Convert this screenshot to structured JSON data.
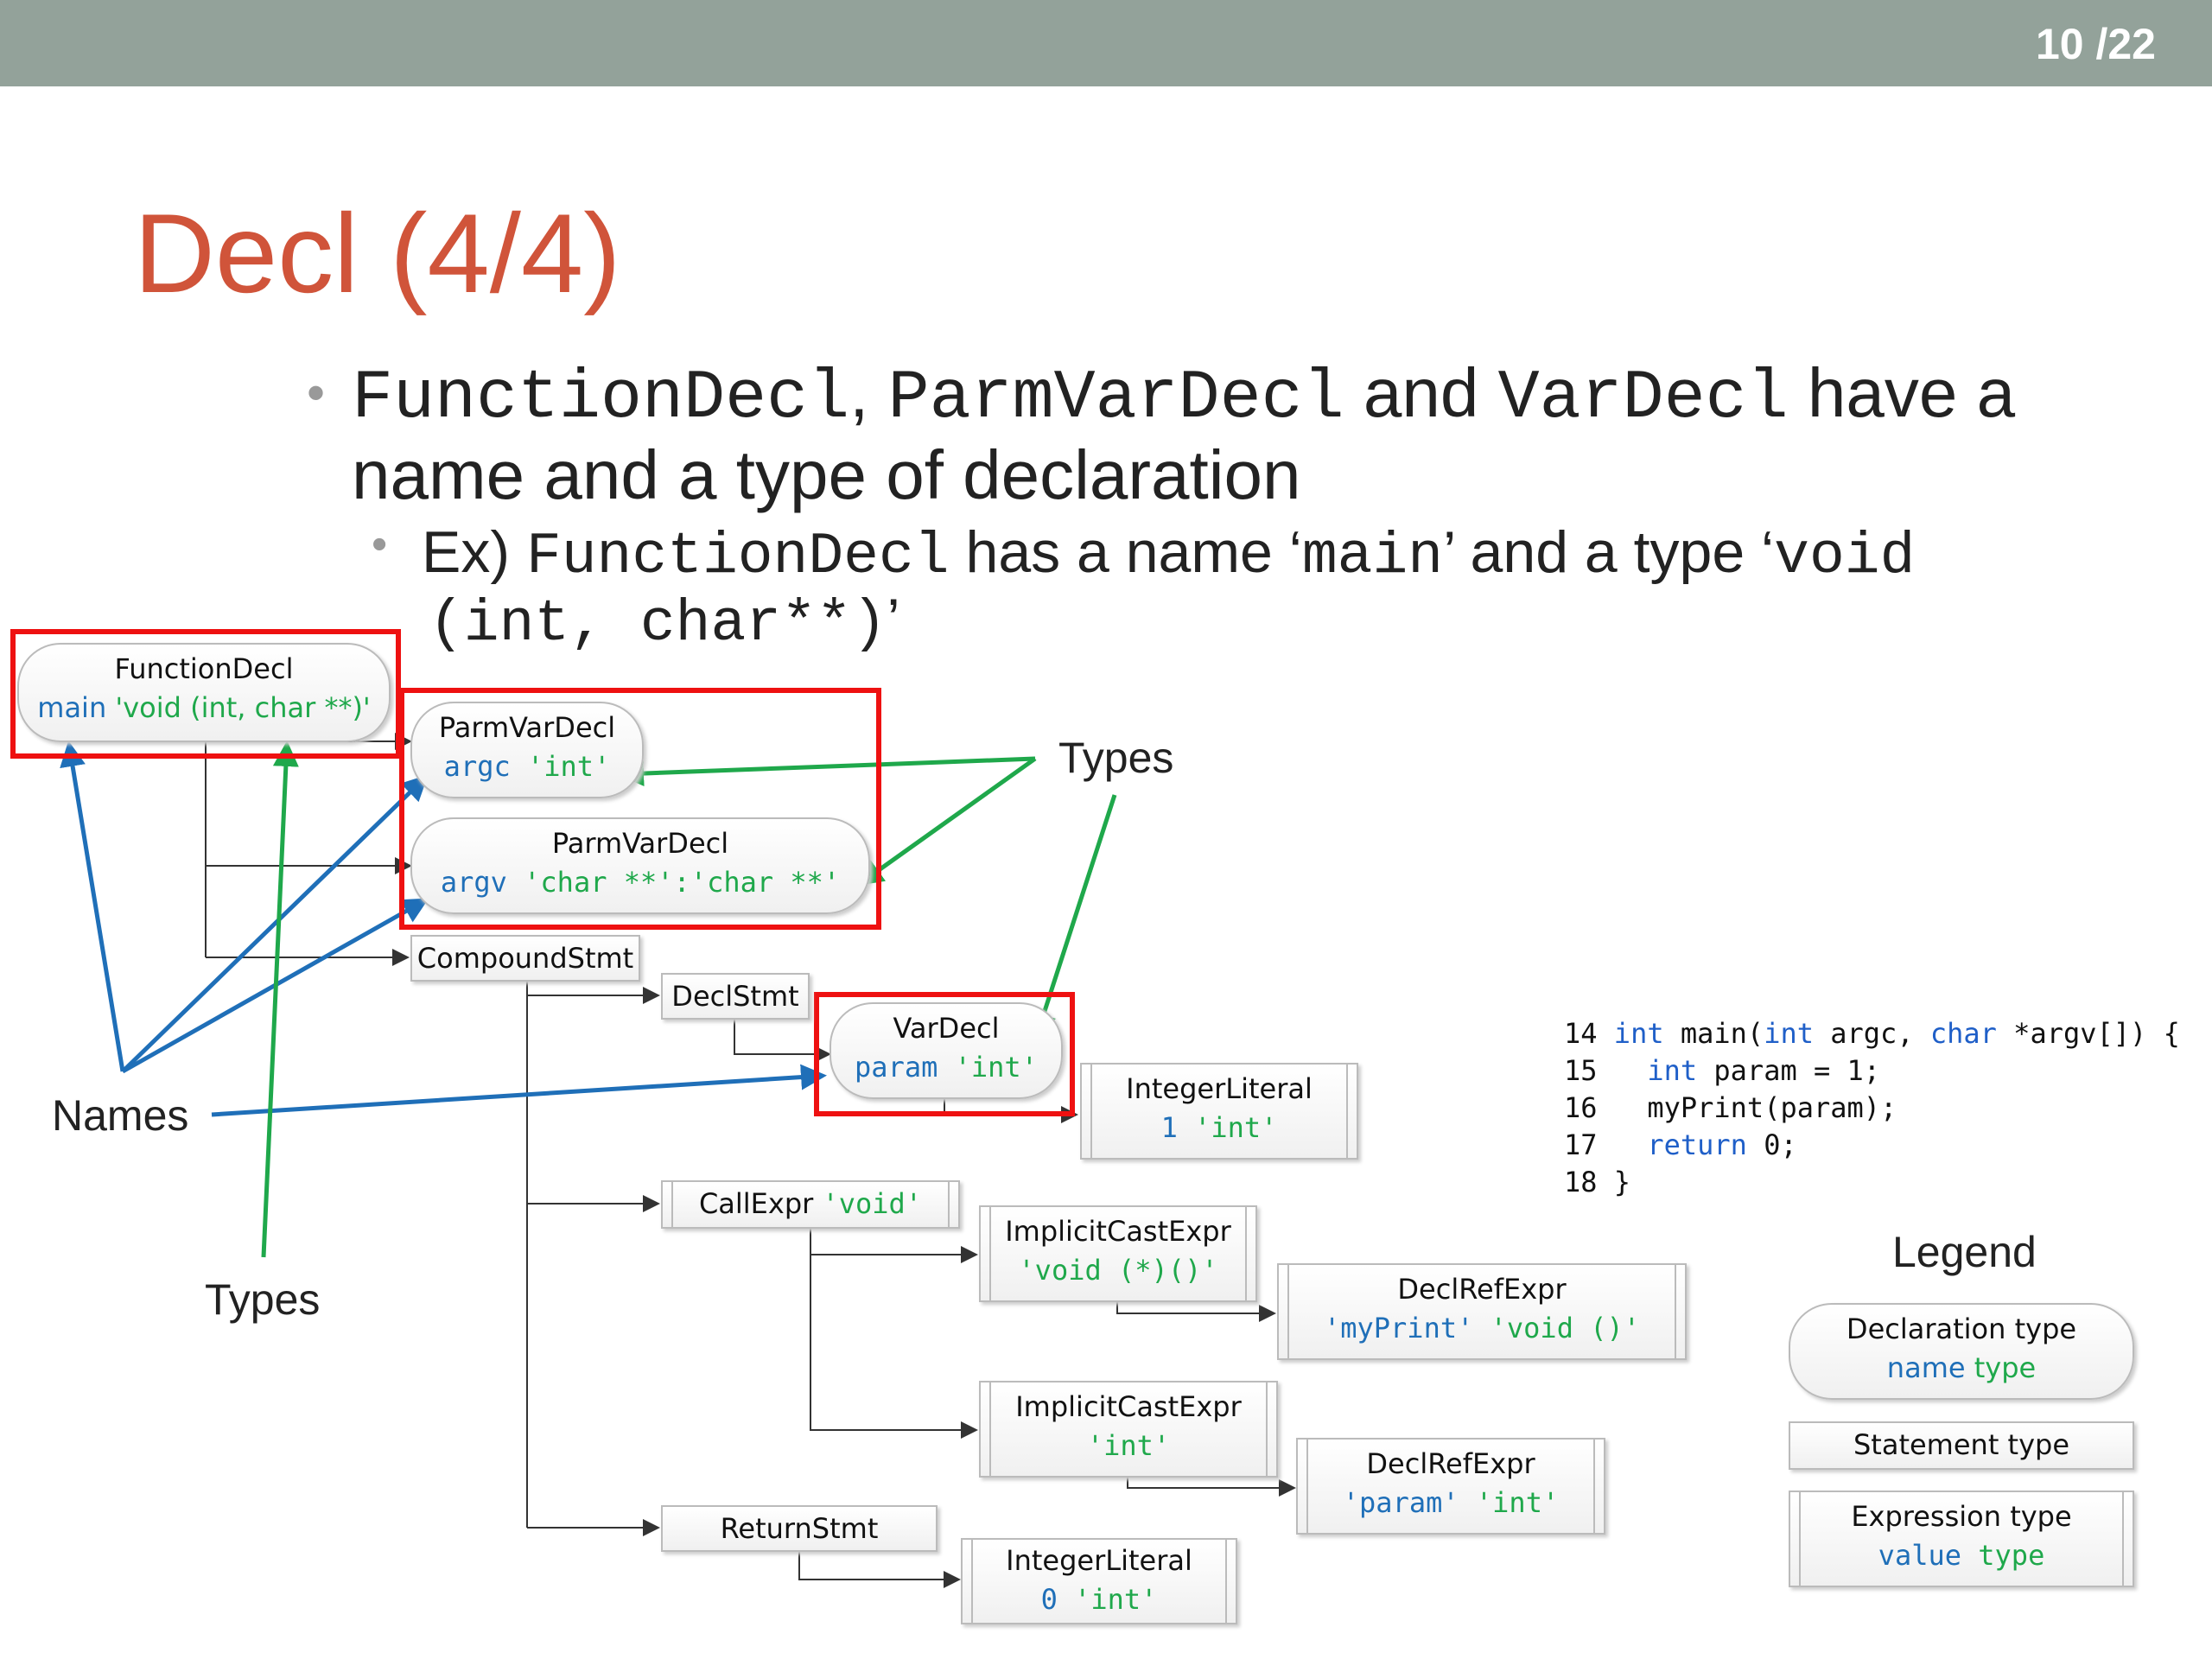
{
  "slide": {
    "page_current": "10",
    "page_total": "/22",
    "title": "Decl (4/4)"
  },
  "bullets": {
    "b1_code1": "FunctionDecl",
    "b1_sep": ",",
    "b1_code2": "ParmVarDecl",
    "b1_and": "and",
    "b1_code3": "VarDecl",
    "b1_tail": "have a",
    "b1_line2": "name and a type of declaration",
    "b2_prefix": "Ex)",
    "b2_code1": "FunctionDecl",
    "b2_mid": "has a name ‘",
    "b2_code2": "main",
    "b2_mid2": "’ and a type ‘",
    "b2_code3": "void",
    "b2_line2_code": "(int, char**)",
    "b2_line2_end": "’"
  },
  "nodes": {
    "function_decl": {
      "kind": "FunctionDecl",
      "name": "main",
      "type": "'void (int, char **)'"
    },
    "parm1": {
      "kind": "ParmVarDecl",
      "name": "argc",
      "type": "'int'"
    },
    "parm2": {
      "kind": "ParmVarDecl",
      "name": "argv",
      "type": "'char **':'char **'"
    },
    "compound": {
      "kind": "CompoundStmt"
    },
    "declstmt": {
      "kind": "DeclStmt"
    },
    "vardecl": {
      "kind": "VarDecl",
      "name": "param",
      "type": "'int'"
    },
    "intlit1": {
      "kind": "IntegerLiteral",
      "value": "1",
      "type": "'int'"
    },
    "callexpr": {
      "kind": "CallExpr",
      "type": "'void'"
    },
    "implicit1": {
      "kind": "ImplicitCastExpr",
      "type": "'void (*)()'"
    },
    "declref1": {
      "kind": "DeclRefExpr",
      "name": "'myPrint'",
      "type": "'void ()'"
    },
    "implicit2": {
      "kind": "ImplicitCastExpr",
      "type": "'int'"
    },
    "declref2": {
      "kind": "DeclRefExpr",
      "name": "'param'",
      "type": "'int'"
    },
    "returnstmt": {
      "kind": "ReturnStmt"
    },
    "intlit2": {
      "kind": "IntegerLiteral",
      "value": "0",
      "type": "'int'"
    }
  },
  "labels": {
    "types_top": "Types",
    "types_bottom": "Types",
    "names": "Names"
  },
  "code": [
    {
      "num": "14",
      "kw": "int",
      "rest": " main(",
      "kw2": "int",
      "rest2": " argc, ",
      "kw3": "char",
      "rest3": " *argv[]) {"
    },
    {
      "num": "15",
      "indent": "  ",
      "kw": "int",
      "rest": " param = 1;"
    },
    {
      "num": "16",
      "indent": "  ",
      "rest": "myPrint(param);"
    },
    {
      "num": "17",
      "indent": "  ",
      "kw": "return",
      "rest": " 0;"
    },
    {
      "num": "18",
      "rest": "}"
    }
  ],
  "legend": {
    "title": "Legend",
    "decl_line1": "Declaration type",
    "decl_name": "name",
    "decl_type": "type",
    "stmt": "Statement type",
    "expr_line1": "Expression type",
    "expr_value": "value",
    "expr_type": "type"
  },
  "colors": {
    "name_blue": "#1f6fb8",
    "type_green": "#1fa84b",
    "highlight_red": "#ee1111",
    "title_orange": "#d0543a",
    "topbar": "#93a29a"
  }
}
